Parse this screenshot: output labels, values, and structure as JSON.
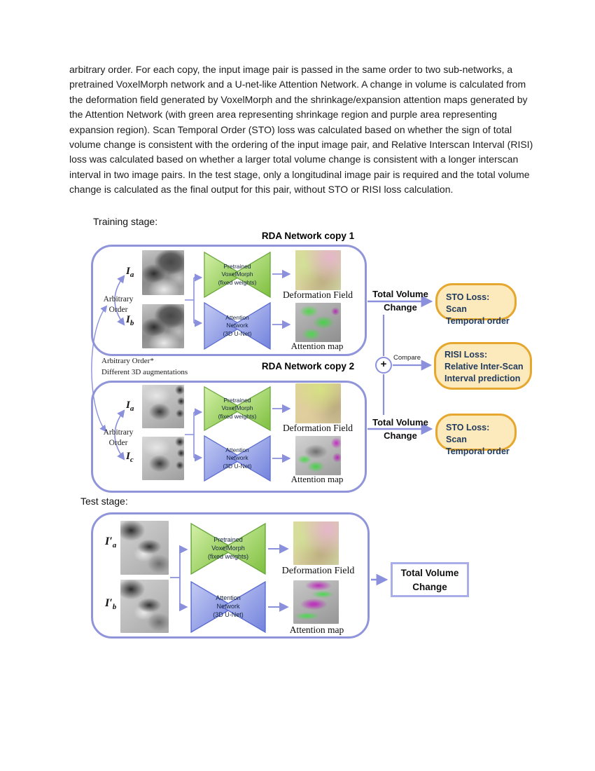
{
  "figure": {
    "paragraph": "arbitrary order. For each copy, the input image pair is passed in the same order to two sub-networks, a pretrained VoxelMorph network and a U-net-like Attention Network. A change in volume is calculated from the deformation field generated by VoxelMorph and the shrinkage/expansion attention maps generated by the Attention Network (with green area representing shrinkage region and purple area representing expansion region).  Scan Temporal Order (STO) loss was calculated based on whether the sign of total volume change is consistent with the ordering of the input image pair, and Relative Interscan Interval (RISI) loss was calculated based on whether a larger total volume change is consistent with a longer interscan interval in two image pairs. In the test stage, only a longitudinal image pair is required and the total volume change is calculated as the final output for this pair, without STO or RISI loss calculation."
  },
  "training": {
    "label": "Training stage:",
    "swap_note": [
      "Arbitrary Order*",
      "Different 3D augmentations"
    ],
    "compare": {
      "symbol": "+",
      "label": "Compare"
    },
    "risi_loss": [
      "RISI Loss:",
      "Relative Inter-Scan",
      "Interval prediction"
    ],
    "copies": [
      {
        "title": "RDA Network copy 1",
        "input_top": {
          "symbol": "I",
          "sub": "a"
        },
        "input_bottom": {
          "symbol": "I",
          "sub": "b"
        },
        "order_label": [
          "Arbitrary",
          "Order"
        ],
        "voxelmorph": [
          "Pretrained",
          "VoxelMorph",
          "(fixed weights)"
        ],
        "attention": [
          "Attention",
          "Network",
          "(3D U-Net)"
        ],
        "deformation_label": "Deformation Field",
        "attention_map_label": "Attention map",
        "output_label": [
          "Total Volume",
          "Change"
        ],
        "sto_loss": [
          "STO Loss: Scan",
          "Temporal order"
        ]
      },
      {
        "title": "RDA Network copy 2",
        "input_top": {
          "symbol": "I",
          "sub": "a"
        },
        "input_bottom": {
          "symbol": "I",
          "sub": "c"
        },
        "order_label": [
          "Arbitrary",
          "Order"
        ],
        "voxelmorph": [
          "Pretrained",
          "VoxelMorph",
          "(fixed weights)"
        ],
        "attention": [
          "Attention",
          "Network",
          "(3D U-Net)"
        ],
        "deformation_label": "Deformation Field",
        "attention_map_label": "Attention map",
        "output_label": [
          "Total Volume",
          "Change"
        ],
        "sto_loss": [
          "STO Loss: Scan",
          "Temporal order"
        ]
      }
    ]
  },
  "test": {
    "label": "Test stage:",
    "input_top": {
      "symbol": "I′",
      "sub": "a"
    },
    "input_bottom": {
      "symbol": "I′",
      "sub": "b"
    },
    "voxelmorph": [
      "Pretrained",
      "VoxelMorph",
      "(fixed weights)"
    ],
    "attention": [
      "Attention",
      "Network",
      "(3D U-Net)"
    ],
    "deformation_label": "Deformation Field",
    "attention_map_label": "Attention map",
    "output_box": [
      "Total Volume",
      "Change"
    ]
  },
  "colors": {
    "box_border_purple": "#9095da",
    "arrow_purple": "#8b90dd",
    "loss_fill": "#FCE9BC",
    "loss_border": "#E6A72E",
    "voxelmorph_green": "#7dbf3e",
    "attention_blue": "#7282dd",
    "loss_text": "#1F3A5F"
  }
}
